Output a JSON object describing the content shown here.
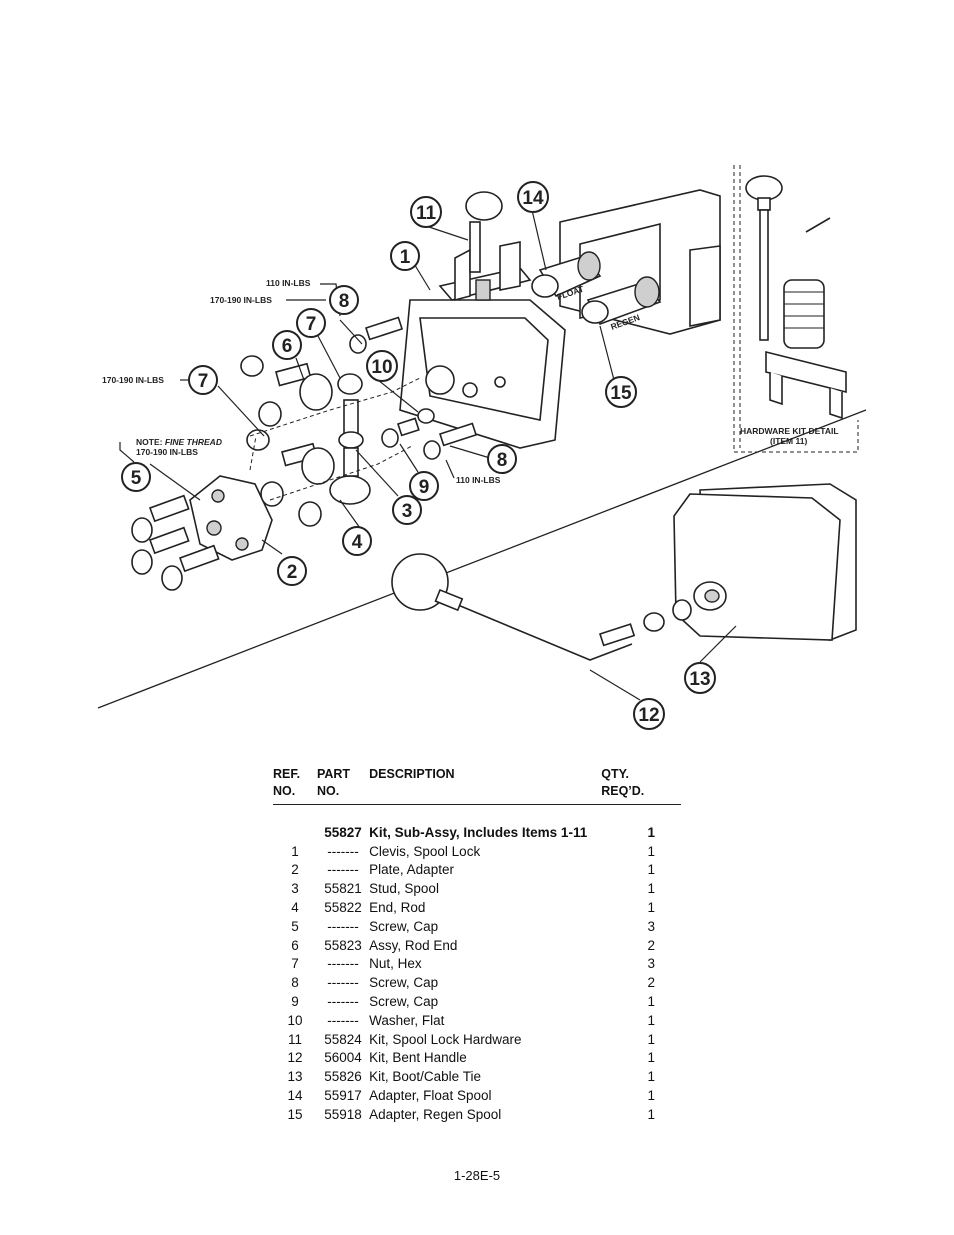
{
  "diagram": {
    "callouts": [
      "1",
      "2",
      "3",
      "4",
      "5",
      "6",
      "7",
      "7",
      "8",
      "8",
      "9",
      "10",
      "11",
      "12",
      "13",
      "14",
      "15"
    ],
    "torque_labels": {
      "t1": "110 IN-LBS",
      "t2": "170-190 IN-LBS",
      "t3": "170-190 IN-LBS",
      "t4": "110 IN-LBS"
    },
    "note_line1_prefix": "NOTE: ",
    "note_line1_italic": "FINE THREAD",
    "note_line2": "170-190 IN-LBS",
    "float_label": "FLOAT",
    "regen_label": "REGEN",
    "hardware_detail_line1": "HARDWARE KIT DETAIL",
    "hardware_detail_line2": "(ITEM 11)"
  },
  "table": {
    "headers": {
      "ref_line1": "REF.",
      "ref_line2": "NO.",
      "part_line1": "PART",
      "part_line2": "NO.",
      "description": "DESCRIPTION",
      "qty_line1": "QTY.",
      "qty_line2": "REQ’D."
    },
    "kit_row": {
      "ref": "",
      "part": "55827",
      "description": "Kit, Sub-Assy, Includes Items 1-11",
      "qty": "1"
    },
    "rows": [
      {
        "ref": "1",
        "part": "-------",
        "description": "Clevis, Spool Lock",
        "qty": "1"
      },
      {
        "ref": "2",
        "part": "-------",
        "description": "Plate, Adapter",
        "qty": "1"
      },
      {
        "ref": "3",
        "part": "55821",
        "description": "Stud, Spool",
        "qty": "1"
      },
      {
        "ref": "4",
        "part": "55822",
        "description": "End, Rod",
        "qty": "1"
      },
      {
        "ref": "5",
        "part": "-------",
        "description": "Screw, Cap",
        "qty": "3"
      },
      {
        "ref": "6",
        "part": "55823",
        "description": "Assy, Rod End",
        "qty": "2"
      },
      {
        "ref": "7",
        "part": "-------",
        "description": "Nut, Hex",
        "qty": "3"
      },
      {
        "ref": "8",
        "part": "-------",
        "description": "Screw, Cap",
        "qty": "2"
      },
      {
        "ref": "9",
        "part": "-------",
        "description": "Screw, Cap",
        "qty": "1"
      },
      {
        "ref": "10",
        "part": "-------",
        "description": "Washer, Flat",
        "qty": "1"
      },
      {
        "ref": "11",
        "part": "55824",
        "description": "Kit, Spool Lock Hardware",
        "qty": "1"
      },
      {
        "ref": "12",
        "part": "56004",
        "description": "Kit, Bent Handle",
        "qty": "1"
      },
      {
        "ref": "13",
        "part": "55826",
        "description": "Kit, Boot/Cable Tie",
        "qty": "1"
      },
      {
        "ref": "14",
        "part": "55917",
        "description": "Adapter, Float Spool",
        "qty": "1"
      },
      {
        "ref": "15",
        "part": "55918",
        "description": "Adapter, Regen Spool",
        "qty": "1"
      }
    ]
  },
  "page_number": "1-28E-5"
}
